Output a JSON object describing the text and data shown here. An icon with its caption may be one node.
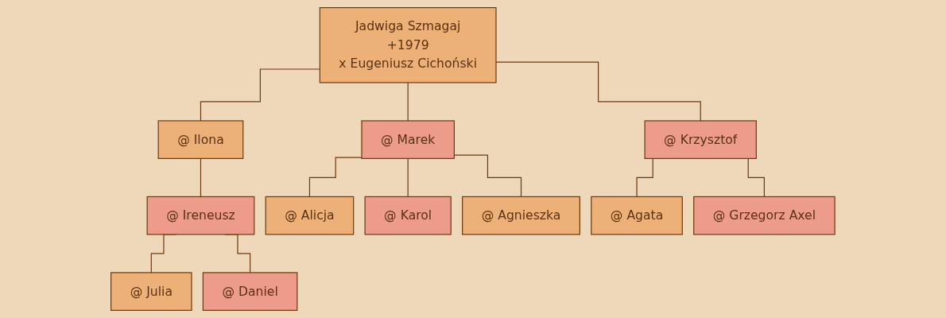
{
  "diagram": {
    "nodes": [
      {
        "text": [
          "Jadwiga Szmagaj",
          "+1979",
          "x Eugeniusz Cichoński"
        ]
      },
      {
        "text": [
          "@ Ilona"
        ]
      },
      {
        "text": [
          "@ Marek"
        ]
      },
      {
        "text": [
          "@ Krzysztof"
        ]
      },
      {
        "text": [
          "@ Ireneusz"
        ]
      },
      {
        "text": [
          "@ Alicja"
        ]
      },
      {
        "text": [
          "@ Karol"
        ]
      },
      {
        "text": [
          "@ Agnieszka"
        ]
      },
      {
        "text": [
          "@ Agata"
        ]
      },
      {
        "text": [
          "@ Grzegorz Axel"
        ]
      },
      {
        "text": [
          "@ Julia"
        ]
      },
      {
        "text": [
          "@ Daniel"
        ]
      }
    ],
    "edges": [
      {
        "from": 0,
        "to": 1,
        "arrow": "none"
      },
      {
        "from": 0,
        "to": 2,
        "arrow": "none"
      },
      {
        "from": 0,
        "to": 3,
        "arrow": "none"
      },
      {
        "from": 1,
        "to": 4,
        "arrow": "none"
      },
      {
        "from": 2,
        "to": 5,
        "arrow": "none"
      },
      {
        "from": 2,
        "to": 6,
        "arrow": "none"
      },
      {
        "from": 2,
        "to": 7,
        "arrow": "none"
      },
      {
        "from": 3,
        "to": 8,
        "arrow": "none"
      },
      {
        "from": 3,
        "to": 9,
        "arrow": "none"
      },
      {
        "from": 4,
        "to": 10,
        "arrow": "none"
      },
      {
        "from": 4,
        "to": 11,
        "arrow": "none"
      }
    ]
  }
}
